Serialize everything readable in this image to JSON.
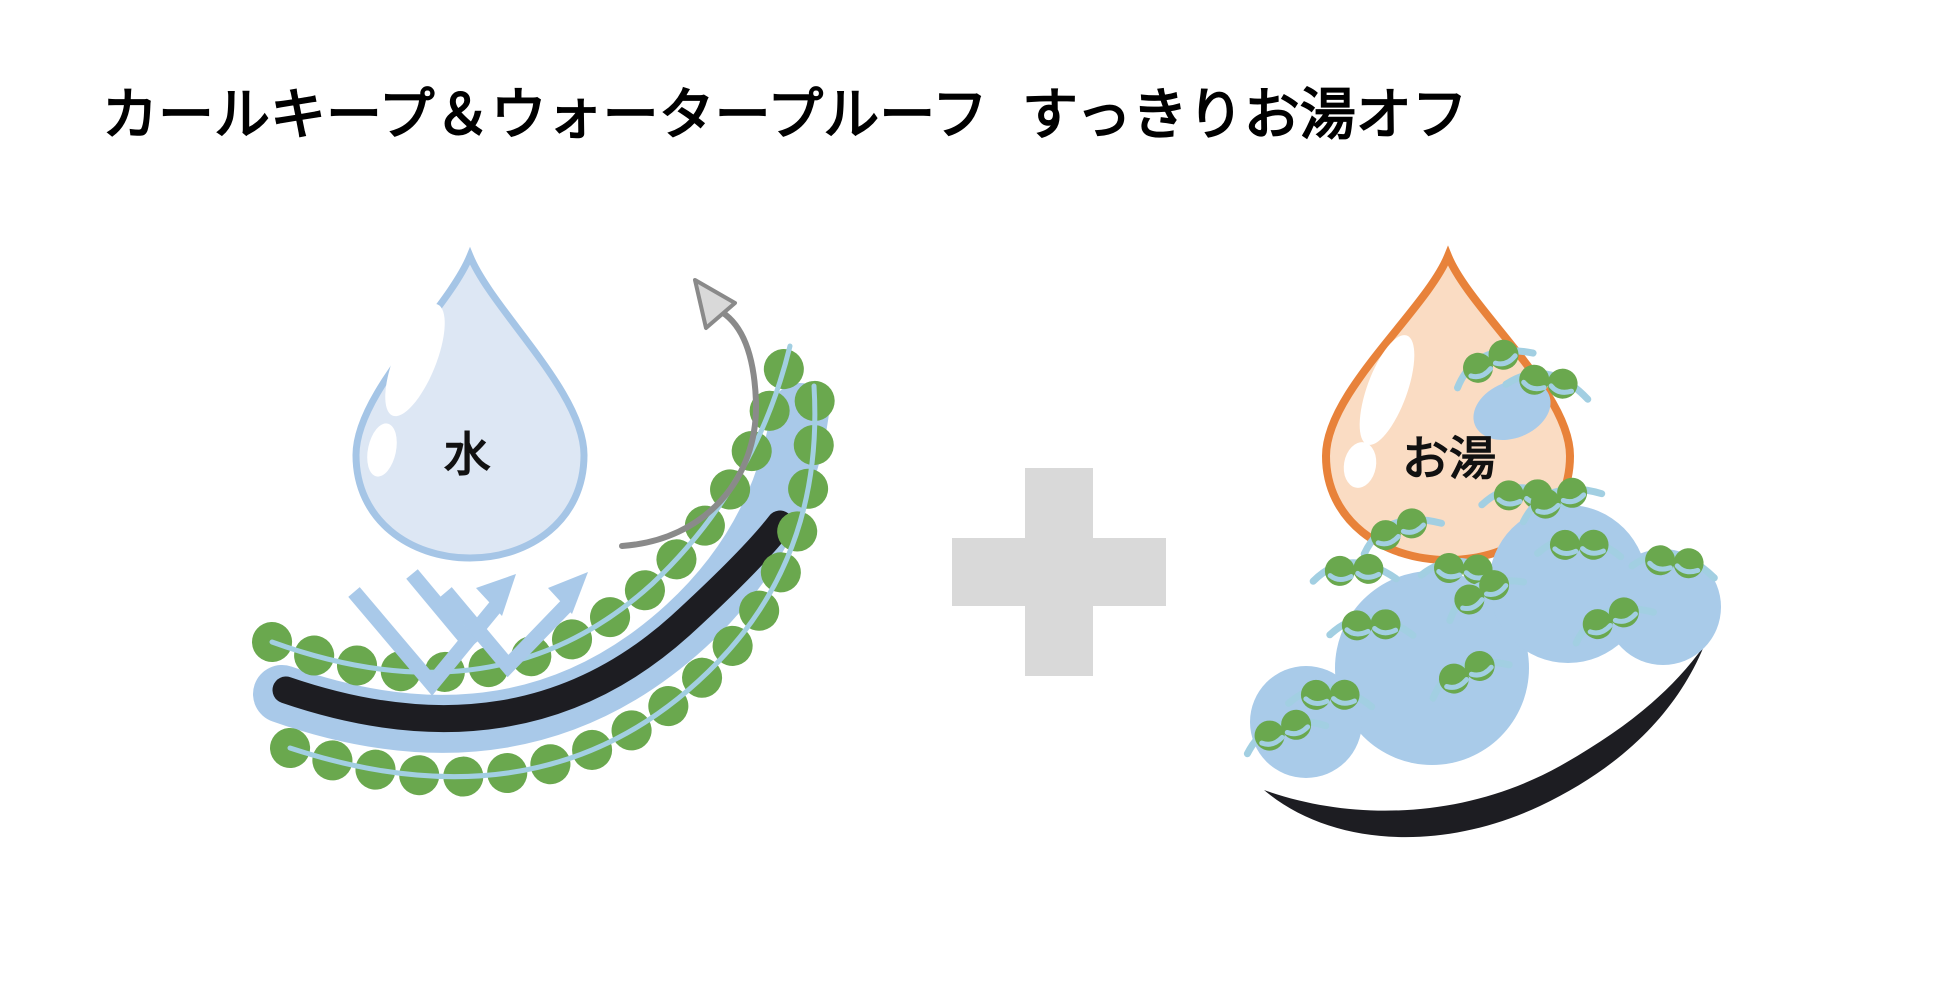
{
  "titles": {
    "left": "カールキープ＆ウォータープルーフ",
    "right": "すっきりお湯オフ"
  },
  "labels": {
    "water": "水",
    "hot_water": "お湯"
  },
  "colors": {
    "background": "#ffffff",
    "title_text": "#000000",
    "label_text": "#111111",
    "water_drop_fill": "#dde7f4",
    "water_drop_stroke": "#a5c5e6",
    "coating_blue": "#a9c9e9",
    "thread_blue": "#a2cfe2",
    "bead_green": "#6aa84e",
    "lash_black": "#1d1d22",
    "arrow_gray": "#8a8a8a",
    "arrow_head_gray": "#d9d9d9",
    "plus_gray": "#d9d9d9",
    "hot_drop_fill": "#fadcc3",
    "hot_drop_stroke": "#e8823a",
    "bubble_blue": "#a9cbe9"
  }
}
